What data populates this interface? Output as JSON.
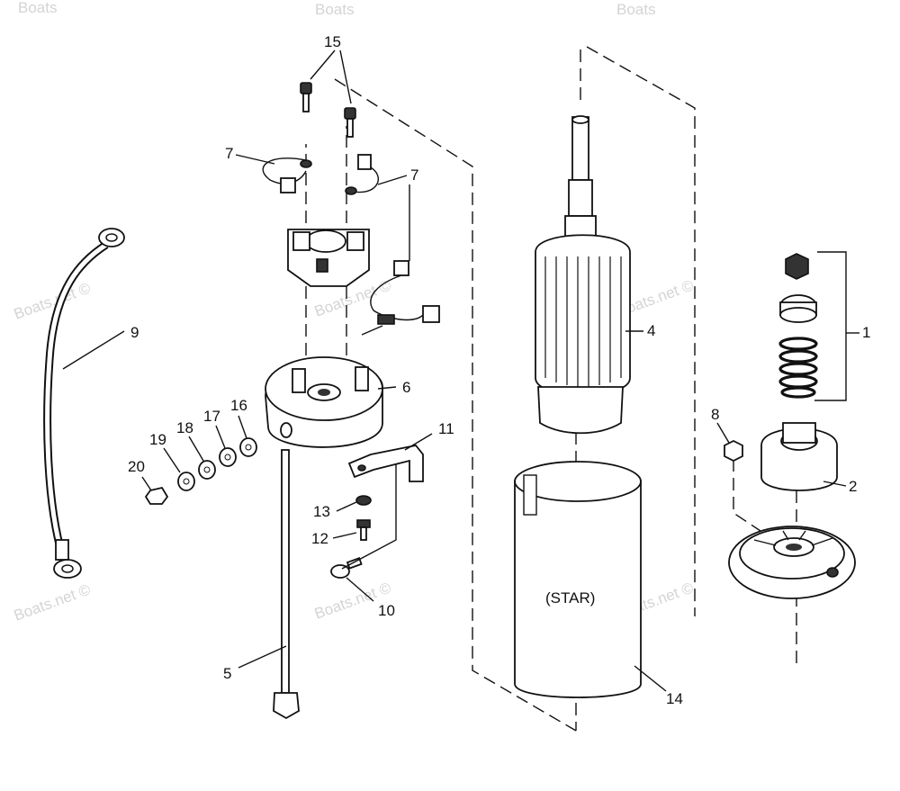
{
  "watermark": "Boats.net ©",
  "watermark_top": "Boats",
  "callouts": {
    "c1": "1",
    "c2": "2",
    "c4": "4",
    "c5": "5",
    "c6": "6",
    "c7a": "7",
    "c7b": "7",
    "c8": "8",
    "c9": "9",
    "c10": "10",
    "c11": "11",
    "c12": "12",
    "c13": "13",
    "c14": "14",
    "c15": "15",
    "c16": "16",
    "c17": "17",
    "c18": "18",
    "c19": "19",
    "c20": "20"
  },
  "housing_label": "(STAR)"
}
